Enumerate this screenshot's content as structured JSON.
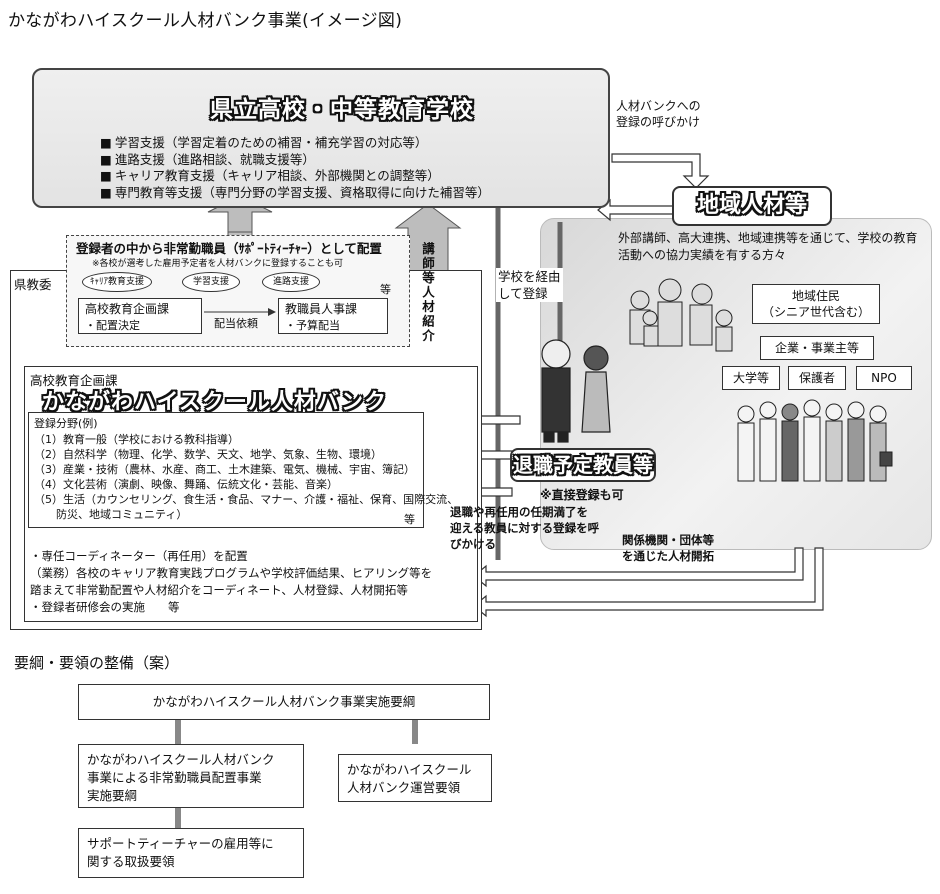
{
  "title": "かながわハイスクール人材バンク事業(イメージ図)",
  "school": {
    "name": "県立高校・中等教育学校",
    "supports": [
      "学習支援（学習定着のための補習・補充学習の対応等）",
      "進路支援（進路相談、就職支援等）",
      "キャリア教育支援（キャリア相談、外部機関との調整等）",
      "専門教育等支援（専門分野の学習支援、資格取得に向けた補習等）"
    ]
  },
  "callout_top": [
    "人材バンクへの",
    "登録の呼びかけ"
  ],
  "region": {
    "label": "地域人材等",
    "description": "外部講師、高大連携、地域連携等を通じて、学校の教育活動への協力実績を有する方々",
    "residents": [
      "地域住民",
      "（シニア世代含む）"
    ],
    "business": "企業・事業主等",
    "tags": [
      "大学等",
      "保護者",
      "NPO"
    ]
  },
  "ken_label": "県教委",
  "placement": {
    "heading": "登録者の中から非常勤職員（ｻﾎﾟｰﾄﾃｨｰﾁｬｰ）として配置",
    "note": "※各校が選考した雇用予定者を人材バンクに登録することも可",
    "ovals": [
      "ｷｬﾘｱ教育支援",
      "学習支援",
      "進路支援"
    ],
    "etc": "等",
    "dept1_name": "高校教育企画課",
    "dept1_task": "・配置決定",
    "request": "配当依頼",
    "dept2_name": "教職員人事課",
    "dept2_task": "・予算配当"
  },
  "teacher_intro": "講師等人材紹介",
  "via_school": [
    "学校を経由",
    "して登録"
  ],
  "bank": {
    "dept": "高校教育企画課",
    "name": "かながわハイスクール人材バンク",
    "fields_heading": "登録分野(例)",
    "fields": [
      "（1）教育一般（学校における教科指導）",
      "（2）自然科学（物理、化学、数学、天文、地学、気象、生物、環境）",
      "（3）産業・技術（農林、水産、商工、土木建築、電気、機械、宇宙、簿記）",
      "（4）文化芸術（演劇、映像、舞踊、伝統文化・芸能、音楽）",
      "（5）生活（カウンセリング、食生活・食品、マナー、介護・福祉、保育、国際交流、",
      "　　防災、地域コミュニティ）"
    ],
    "fields_etc": "等",
    "notes": [
      "・専任コーディネーター（再任用）を配置",
      "（業務）各校のキャリア教育実践プログラムや学校評価結果、ヒアリング等を",
      "踏まえて非常勤配置や人材紹介をコーディネート、人材登録、人材開拓等",
      "・登録者研修会の実施　　等"
    ]
  },
  "retire": {
    "label": "退職予定教員等",
    "note": "※直接登録も可",
    "call": [
      "退職や再任用の任期満了を",
      "迎える教員に対する登録を呼",
      "びかける"
    ]
  },
  "orgs": [
    "関係機関・団体等",
    "を通じた人材開拓"
  ],
  "guidelines": {
    "heading": "要綱・要領の整備（案）",
    "main": "かながわハイスクール人材バンク事業実施要綱",
    "sub1": [
      "かながわハイスクール人材バンク",
      "事業による非常勤職員配置事業",
      "実施要綱"
    ],
    "sub2": [
      "かながわハイスクール",
      "人材バンク運営要領"
    ],
    "sub3": [
      "サポートティーチャーの雇用等に",
      "関する取扱要領"
    ]
  }
}
